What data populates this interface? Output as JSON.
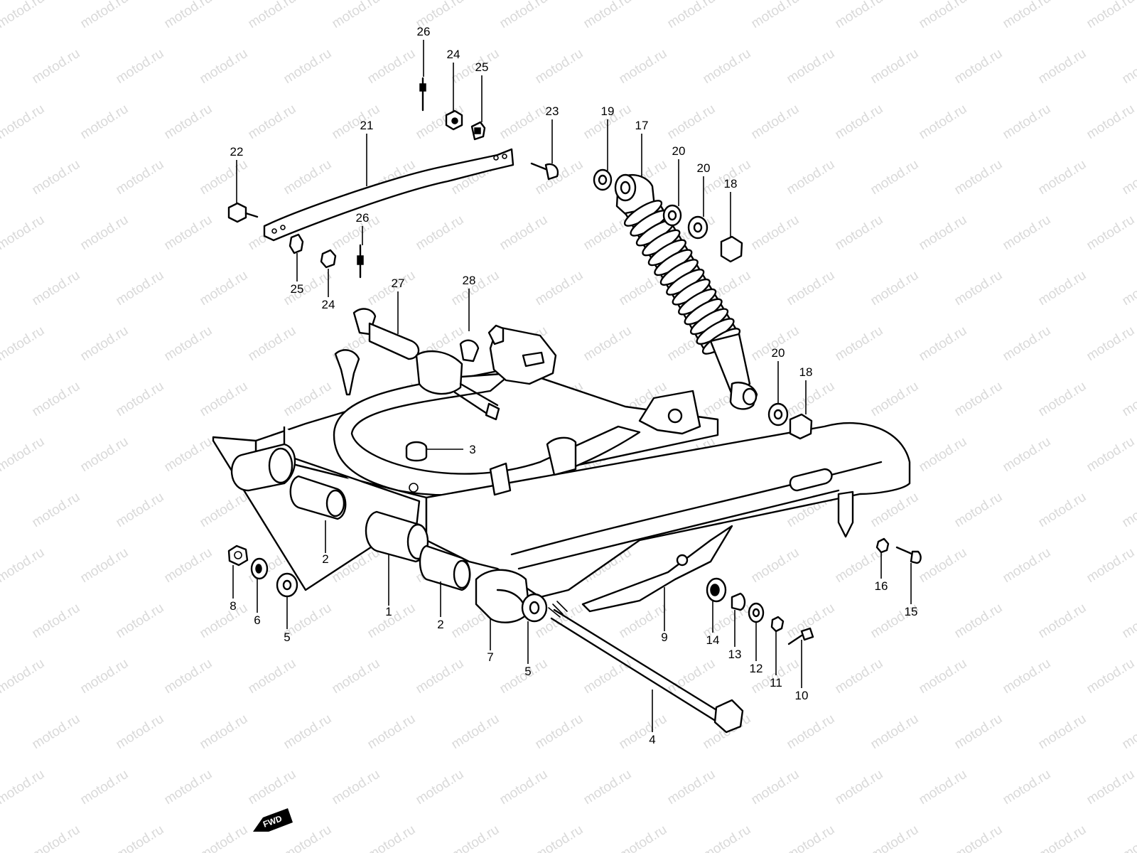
{
  "watermark": {
    "text": "motod.ru"
  },
  "fwd_badge": {
    "text": "FWD"
  },
  "callouts": [
    {
      "id": "c26a",
      "label": "26"
    },
    {
      "id": "c24a",
      "label": "24"
    },
    {
      "id": "c25a",
      "label": "25"
    },
    {
      "id": "c21",
      "label": "21"
    },
    {
      "id": "c22",
      "label": "22"
    },
    {
      "id": "c23",
      "label": "23"
    },
    {
      "id": "c19",
      "label": "19"
    },
    {
      "id": "c17",
      "label": "17"
    },
    {
      "id": "c20a",
      "label": "20"
    },
    {
      "id": "c20b",
      "label": "20"
    },
    {
      "id": "c18a",
      "label": "18"
    },
    {
      "id": "c25b",
      "label": "25"
    },
    {
      "id": "c24b",
      "label": "24"
    },
    {
      "id": "c26b",
      "label": "26"
    },
    {
      "id": "c27",
      "label": "27"
    },
    {
      "id": "c28",
      "label": "28"
    },
    {
      "id": "c20c",
      "label": "20"
    },
    {
      "id": "c18b",
      "label": "18"
    },
    {
      "id": "c3",
      "label": "3"
    },
    {
      "id": "c2a",
      "label": "2"
    },
    {
      "id": "c8",
      "label": "8"
    },
    {
      "id": "c6",
      "label": "6"
    },
    {
      "id": "c5a",
      "label": "5"
    },
    {
      "id": "c1",
      "label": "1"
    },
    {
      "id": "c2b",
      "label": "2"
    },
    {
      "id": "c7",
      "label": "7"
    },
    {
      "id": "c5b",
      "label": "5"
    },
    {
      "id": "c9",
      "label": "9"
    },
    {
      "id": "c14",
      "label": "14"
    },
    {
      "id": "c13",
      "label": "13"
    },
    {
      "id": "c12",
      "label": "12"
    },
    {
      "id": "c11",
      "label": "11"
    },
    {
      "id": "c10",
      "label": "10"
    },
    {
      "id": "c16",
      "label": "16"
    },
    {
      "id": "c15",
      "label": "15"
    },
    {
      "id": "c4",
      "label": "4"
    }
  ]
}
